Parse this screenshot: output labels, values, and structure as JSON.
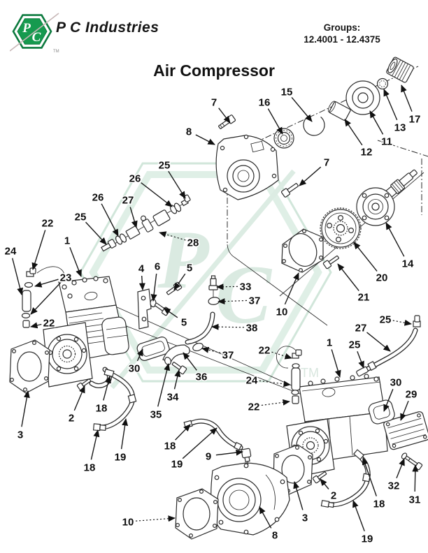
{
  "header": {
    "company": "P C Industries",
    "groups_label": "Groups:",
    "groups_range": "12.4001 - 12.4375",
    "logo": {
      "p": "P",
      "c": "C",
      "tm": "TM"
    }
  },
  "title": "Air Compressor",
  "watermark": {
    "p": "P",
    "c": "C",
    "tm": "TM"
  },
  "colors": {
    "logo_green": "#169a4f",
    "logo_green_dark": "#0c7a3e",
    "line_art": "#2b2b2b",
    "watermark_green": "#d7e8de"
  },
  "diagram": {
    "description": "Exploded parts view of air compressor assemblies with numbered callouts",
    "callouts": [
      {
        "n": "7",
        "l": [
          306,
          146
        ],
        "t": [
          329,
          176
        ]
      },
      {
        "n": "8",
        "l": [
          270,
          188
        ],
        "t": [
          307,
          207
        ]
      },
      {
        "n": "16",
        "l": [
          378,
          146
        ],
        "t": [
          404,
          192
        ]
      },
      {
        "n": "15",
        "l": [
          410,
          131
        ],
        "t": [
          446,
          174
        ]
      },
      {
        "n": "12",
        "l": [
          524,
          217
        ],
        "t": [
          493,
          171
        ]
      },
      {
        "n": "11",
        "l": [
          553,
          202
        ],
        "t": [
          529,
          159
        ]
      },
      {
        "n": "13",
        "l": [
          572,
          182
        ],
        "t": [
          549,
          128
        ]
      },
      {
        "n": "17",
        "l": [
          593,
          170
        ],
        "t": [
          574,
          122
        ]
      },
      {
        "n": "7",
        "l": [
          467,
          232
        ],
        "t": [
          428,
          266
        ]
      },
      {
        "n": "25",
        "l": [
          235,
          236
        ],
        "t": [
          265,
          284
        ]
      },
      {
        "n": "26",
        "l": [
          193,
          255
        ],
        "t": [
          246,
          296
        ]
      },
      {
        "n": "27",
        "l": [
          183,
          286
        ],
        "t": [
          195,
          326
        ]
      },
      {
        "n": "26",
        "l": [
          140,
          282
        ],
        "t": [
          169,
          338
        ]
      },
      {
        "n": "25",
        "l": [
          115,
          310
        ],
        "t": [
          152,
          350
        ]
      },
      {
        "n": "28",
        "l": [
          276,
          347
        ],
        "t": [
          228,
          333
        ],
        "d": true
      },
      {
        "n": "22",
        "l": [
          68,
          319
        ],
        "t": [
          47,
          386
        ]
      },
      {
        "n": "24",
        "l": [
          15,
          359
        ],
        "t": [
          31,
          422
        ]
      },
      {
        "n": "1",
        "l": [
          96,
          344
        ],
        "t": [
          116,
          396
        ]
      },
      {
        "n": "23",
        "l": [
          94,
          397
        ],
        "t": [
          50,
          410
        ],
        "t2": [
          44,
          450
        ]
      },
      {
        "n": "4",
        "l": [
          202,
          384
        ],
        "t": [
          204,
          415
        ]
      },
      {
        "n": "6",
        "l": [
          225,
          381
        ],
        "t": [
          219,
          431
        ]
      },
      {
        "n": "5",
        "l": [
          271,
          383
        ],
        "t": [
          249,
          415
        ]
      },
      {
        "n": "5",
        "l": [
          263,
          461
        ],
        "t": [
          234,
          441
        ]
      },
      {
        "n": "33",
        "l": [
          351,
          410
        ],
        "t": [
          310,
          411
        ],
        "d": true
      },
      {
        "n": "37",
        "l": [
          364,
          430
        ],
        "t": [
          312,
          432
        ],
        "d": true
      },
      {
        "n": "38",
        "l": [
          360,
          469
        ],
        "t": [
          303,
          468
        ],
        "d": true
      },
      {
        "n": "37",
        "l": [
          326,
          508
        ],
        "t": [
          289,
          499
        ],
        "d": true
      },
      {
        "n": "30",
        "l": [
          192,
          527
        ],
        "t": [
          204,
          500
        ]
      },
      {
        "n": "36",
        "l": [
          288,
          539
        ],
        "t": [
          262,
          505
        ]
      },
      {
        "n": "34",
        "l": [
          247,
          568
        ],
        "t": [
          256,
          530
        ]
      },
      {
        "n": "35",
        "l": [
          223,
          593
        ],
        "t": [
          241,
          521
        ]
      },
      {
        "n": "22",
        "l": [
          70,
          462
        ],
        "t": [
          44,
          468
        ]
      },
      {
        "n": "2",
        "l": [
          102,
          598
        ],
        "t": [
          121,
          553
        ]
      },
      {
        "n": "3",
        "l": [
          29,
          622
        ],
        "t": [
          40,
          560
        ]
      },
      {
        "n": "18",
        "l": [
          145,
          584
        ],
        "t": [
          157,
          539
        ]
      },
      {
        "n": "18",
        "l": [
          128,
          669
        ],
        "t": [
          140,
          616
        ]
      },
      {
        "n": "19",
        "l": [
          172,
          654
        ],
        "t": [
          180,
          600
        ]
      },
      {
        "n": "18",
        "l": [
          243,
          638
        ],
        "t": [
          272,
          608
        ]
      },
      {
        "n": "19",
        "l": [
          253,
          664
        ],
        "t": [
          310,
          613
        ]
      },
      {
        "n": "9",
        "l": [
          298,
          653
        ],
        "t": [
          347,
          647
        ]
      },
      {
        "n": "10",
        "l": [
          183,
          747
        ],
        "t": [
          250,
          742
        ],
        "d": true
      },
      {
        "n": "8",
        "l": [
          393,
          766
        ],
        "t": [
          371,
          726
        ]
      },
      {
        "n": "3",
        "l": [
          436,
          741
        ],
        "t": [
          421,
          690
        ]
      },
      {
        "n": "2",
        "l": [
          477,
          709
        ],
        "t": [
          458,
          686
        ]
      },
      {
        "n": "18",
        "l": [
          542,
          721
        ],
        "t": [
          519,
          656
        ]
      },
      {
        "n": "19",
        "l": [
          525,
          771
        ],
        "t": [
          505,
          717
        ]
      },
      {
        "n": "32",
        "l": [
          563,
          695
        ],
        "t": [
          578,
          657
        ]
      },
      {
        "n": "31",
        "l": [
          593,
          715
        ],
        "t": [
          594,
          666
        ]
      },
      {
        "n": "10",
        "l": [
          403,
          446
        ],
        "t": [
          427,
          391
        ]
      },
      {
        "n": "21",
        "l": [
          520,
          425
        ],
        "t": [
          483,
          378
        ]
      },
      {
        "n": "20",
        "l": [
          546,
          397
        ],
        "t": [
          506,
          347
        ]
      },
      {
        "n": "14",
        "l": [
          583,
          377
        ],
        "t": [
          552,
          319
        ]
      },
      {
        "n": "25",
        "l": [
          551,
          457
        ],
        "t": [
          588,
          464
        ],
        "d": true
      },
      {
        "n": "27",
        "l": [
          516,
          469
        ],
        "t": [
          558,
          503
        ]
      },
      {
        "n": "25",
        "l": [
          507,
          493
        ],
        "t": [
          520,
          527
        ]
      },
      {
        "n": "1",
        "l": [
          471,
          490
        ],
        "t": [
          486,
          540
        ]
      },
      {
        "n": "22",
        "l": [
          378,
          501
        ],
        "t": [
          417,
          513
        ],
        "d": true
      },
      {
        "n": "24",
        "l": [
          360,
          544
        ],
        "t": [
          415,
          551
        ],
        "d": true
      },
      {
        "n": "22",
        "l": [
          363,
          582
        ],
        "t": [
          414,
          575
        ],
        "d": true
      },
      {
        "n": "30",
        "l": [
          566,
          547
        ],
        "t": [
          549,
          589
        ]
      },
      {
        "n": "29",
        "l": [
          588,
          564
        ],
        "t": [
          573,
          602
        ]
      }
    ]
  }
}
